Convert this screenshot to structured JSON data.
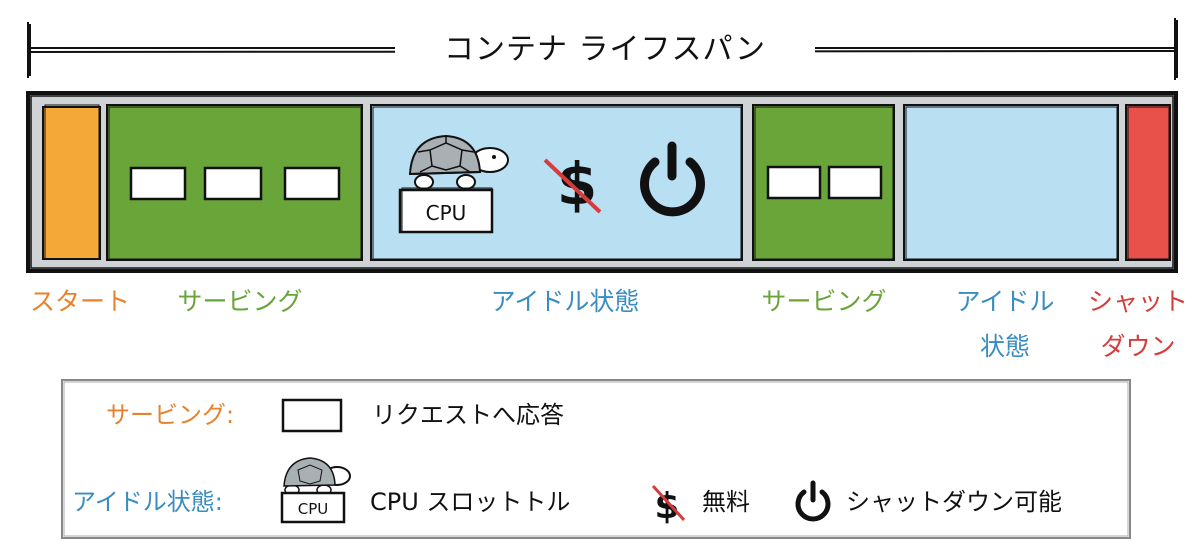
{
  "title": "コンテナ ライフスパン",
  "stages": [
    {
      "id": "start",
      "label": "スタート",
      "color": "#f4a838",
      "label_color": "#e8822c"
    },
    {
      "id": "serving-1",
      "label": "サービング",
      "color": "#6aa53a",
      "label_color": "#6aa53a"
    },
    {
      "id": "idle-1",
      "label": "アイドル状態",
      "color": "#b9dff3",
      "label_color": "#3a8dc0"
    },
    {
      "id": "serving-2",
      "label": "サービング",
      "color": "#6aa53a",
      "label_color": "#6aa53a"
    },
    {
      "id": "idle-2",
      "label_line1": "アイドル",
      "label_line2": "状態",
      "color": "#b9dff3",
      "label_color": "#3a8dc0"
    },
    {
      "id": "shutdown",
      "label_line1": "シャット",
      "label_line2": "ダウン",
      "color": "#e8504a",
      "label_color": "#d63c3c"
    }
  ],
  "cpu_label": "CPU",
  "legend": {
    "serving_key": "サービング:",
    "serving_key_color": "#e8822c",
    "serving_desc": "リクエストへ応答",
    "idle_key": "アイドル状態:",
    "idle_key_color": "#3a8dc0",
    "cpu_label": "CPU",
    "throttle_desc": "CPU スロットトル",
    "free_desc": "無料",
    "shutdown_desc": "シャットダウン可能"
  },
  "icons": [
    "turtle-icon",
    "no-dollar-icon",
    "power-icon",
    "request-box-icon"
  ],
  "colors": {
    "frame": "#111111",
    "track": "#cfd3d6",
    "strike": "#d63c3c"
  }
}
